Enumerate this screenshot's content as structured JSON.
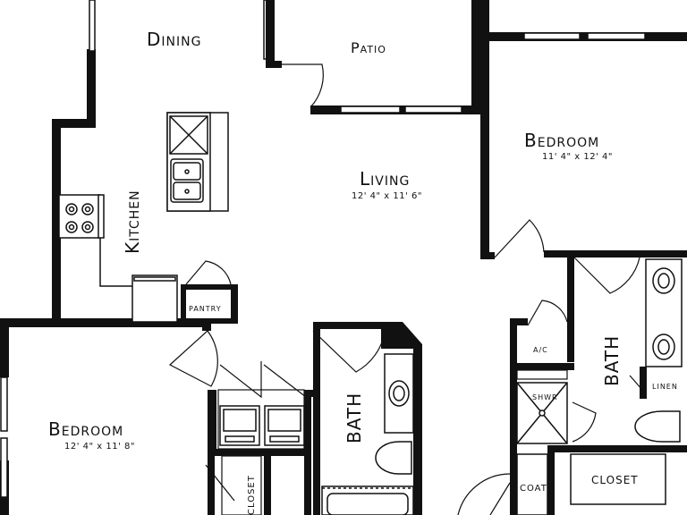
{
  "rooms": {
    "dining": {
      "name": "Dining"
    },
    "patio": {
      "name": "Patio"
    },
    "kitchen": {
      "name": "Kitchen"
    },
    "living": {
      "name": "Living",
      "dims": "12' 4\" x 11' 6\""
    },
    "bedroom_right": {
      "name": "Bedroom",
      "dims": "11' 4\" x 12' 4\""
    },
    "bedroom_left": {
      "name": "Bedroom",
      "dims": "12' 4\" x 11' 8\""
    },
    "pantry": {
      "name": "PANTRY"
    },
    "ac": {
      "name": "A/C"
    },
    "bath_right": {
      "name": "BATH"
    },
    "bath_center": {
      "name": "BATH"
    },
    "linen": {
      "name": "LINEN"
    },
    "shower": {
      "name": "SHWR"
    },
    "coat": {
      "name": "COAT"
    },
    "closet_right": {
      "name": "CLOSET"
    },
    "closet_left": {
      "name": "CLOSET"
    }
  }
}
